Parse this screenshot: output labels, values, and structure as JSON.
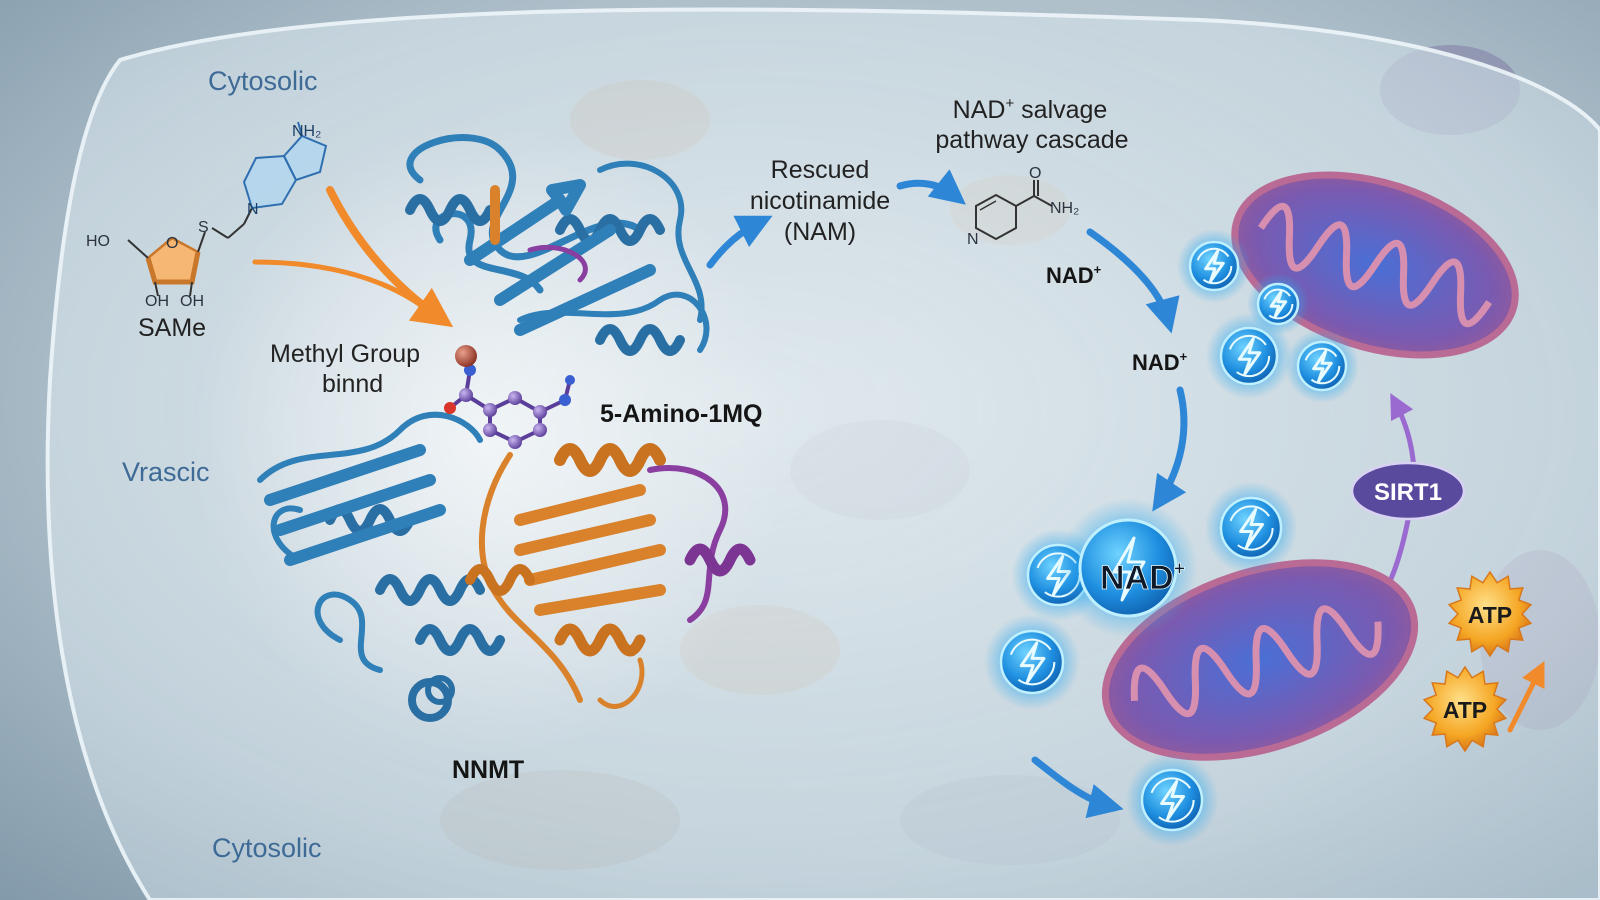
{
  "labels": {
    "cytosolic_top": "Cytosolic",
    "vrascic": "Vrascic",
    "cytosolic_bottom": "Cytosolic",
    "same": "SAMe",
    "methyl_line1": "Methyl Group",
    "methyl_line2": "binnd",
    "amino": "5-Amino-1MQ",
    "nnmt": "NNMT",
    "rescued_line1": "Rescued",
    "rescued_line2": "nicotinamide",
    "rescued_line3": "(NAM)",
    "salvage_line1_prefix": "NAD",
    "salvage_line1_sup": "+",
    "salvage_line1_suffix": " salvage",
    "salvage_line2": "pathway cascade",
    "nad_1": "NAD",
    "nad_2": "NAD",
    "nad_big": "NAD",
    "nad_sup": "+",
    "sirt1": "SIRT1",
    "atp_1": "ATP",
    "atp_2": "ATP"
  },
  "chemistry": {
    "same_ho": "HO",
    "same_o": "O",
    "same_s": "S",
    "same_oh1": "OH",
    "same_oh2": "OH",
    "adenine_nh2": "NH₂",
    "adenine_n": "N",
    "nam_o": "O",
    "nam_nh2": "NH₂",
    "nam_n": "N"
  },
  "colors": {
    "cell_membrane": "#dce8ee",
    "protein_blue": "#2f7fb8",
    "protein_orange": "#d9822b",
    "protein_purple": "#8a3fa0",
    "arrow_blue": "#2e86d6",
    "arrow_orange": "#f08a2a",
    "arrow_purple": "#9a6ad0",
    "nad_orb": "#2aa8f0",
    "mitochondria": "#a35a8c",
    "sirt1": "#5a4a9e",
    "atp": "#f5a623"
  }
}
